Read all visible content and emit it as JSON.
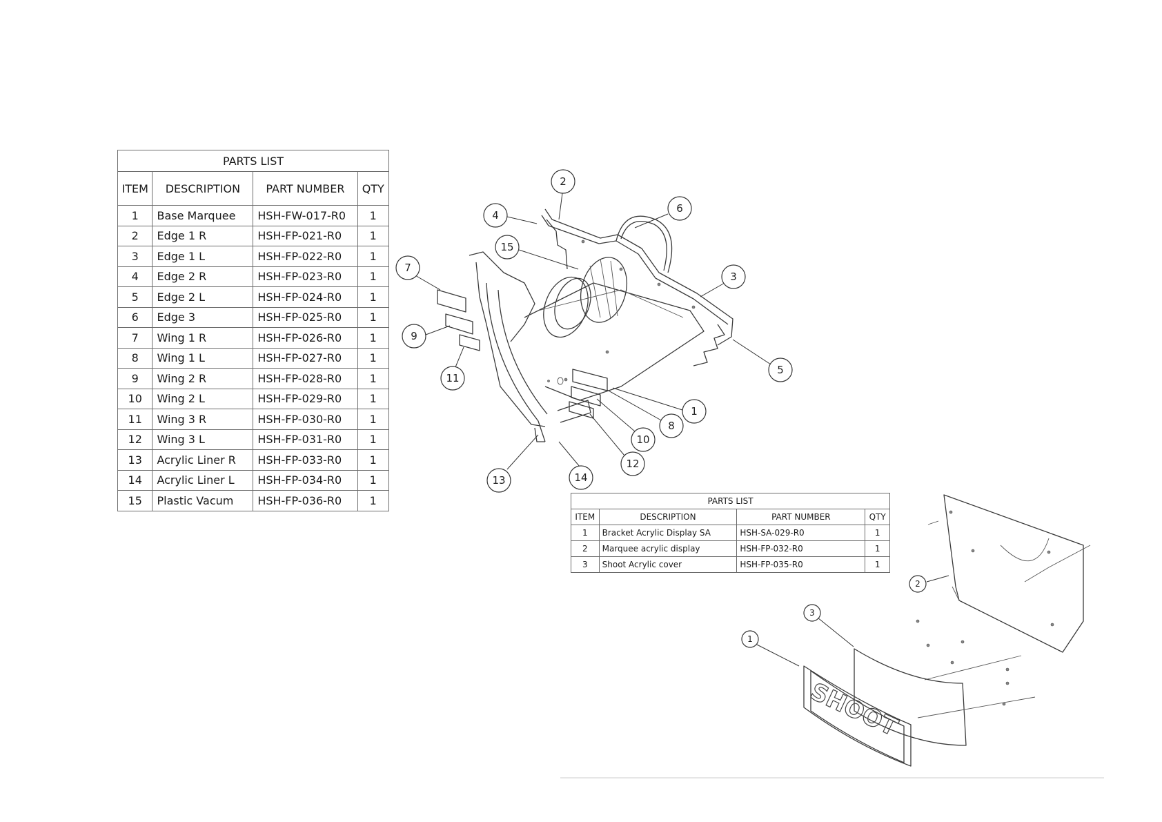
{
  "parts_list_main": {
    "title": "PARTS LIST",
    "headers": [
      "ITEM",
      "DESCRIPTION",
      "PART NUMBER",
      "QTY"
    ],
    "rows": [
      [
        "1",
        "Base Marquee",
        "HSH-FW-017-R0",
        "1"
      ],
      [
        "2",
        "Edge 1 R",
        "HSH-FP-021-R0",
        "1"
      ],
      [
        "3",
        "Edge 1 L",
        "HSH-FP-022-R0",
        "1"
      ],
      [
        "4",
        "Edge 2 R",
        "HSH-FP-023-R0",
        "1"
      ],
      [
        "5",
        "Edge 2 L",
        "HSH-FP-024-R0",
        "1"
      ],
      [
        "6",
        "Edge 3",
        "HSH-FP-025-R0",
        "1"
      ],
      [
        "7",
        "Wing 1 R",
        "HSH-FP-026-R0",
        "1"
      ],
      [
        "8",
        "Wing 1 L",
        "HSH-FP-027-R0",
        "1"
      ],
      [
        "9",
        "Wing 2 R",
        "HSH-FP-028-R0",
        "1"
      ],
      [
        "10",
        "Wing 2 L",
        "HSH-FP-029-R0",
        "1"
      ],
      [
        "11",
        "Wing 3 R",
        "HSH-FP-030-R0",
        "1"
      ],
      [
        "12",
        "Wing 3 L",
        "HSH-FP-031-R0",
        "1"
      ],
      [
        "13",
        "Acrylic Liner R",
        "HSH-FP-033-R0",
        "1"
      ],
      [
        "14",
        "Acrylic Liner L",
        "HSH-FP-034-R0",
        "1"
      ],
      [
        "15",
        "Plastic Vacum",
        "HSH-FP-036-R0",
        "1"
      ]
    ]
  },
  "parts_list_secondary": {
    "title": "PARTS LIST",
    "headers": [
      "ITEM",
      "DESCRIPTION",
      "PART NUMBER",
      "QTY"
    ],
    "rows": [
      [
        "1",
        "Bracket Acrylic Display SA",
        "HSH-SA-029-R0",
        "1"
      ],
      [
        "2",
        "Marquee acrylic display",
        "HSH-FP-032-R0",
        "1"
      ],
      [
        "3",
        "Shoot Acrylic cover",
        "HSH-FP-035-R0",
        "1"
      ]
    ]
  },
  "exploded_view_main": {
    "balloons": [
      "1",
      "2",
      "3",
      "4",
      "5",
      "6",
      "7",
      "8",
      "9",
      "10",
      "11",
      "12",
      "13",
      "14",
      "15"
    ]
  },
  "exploded_view_secondary": {
    "balloons": [
      "1",
      "2",
      "3"
    ],
    "marquee_text": "SHOOT"
  }
}
